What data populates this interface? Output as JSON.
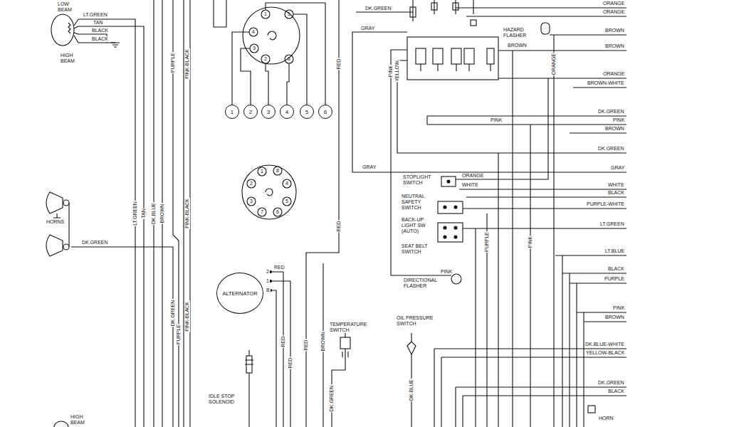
{
  "diagram": {
    "nodes": [
      {
        "text": [
          "1"
        ]
      },
      {
        "text": [
          "2"
        ]
      },
      {
        "text": [
          "3"
        ]
      },
      {
        "text": [
          "4"
        ]
      },
      {
        "text": [
          "5"
        ]
      },
      {
        "text": [
          "6"
        ]
      },
      {
        "text": [
          "ALTERNATOR"
        ]
      }
    ],
    "labels": [
      "LOW BEAM",
      "LT.GREEN",
      "TAN",
      "BLACK",
      "BLACK",
      "HIGH BEAM",
      "HORNS",
      "DK.GREEN",
      "LT.GREEN",
      "TAN",
      "DK.BLUE",
      "BROWN",
      "PURPLE",
      "PINK-BLACK",
      "PINK-BLACK",
      "DK.GREEN",
      "PURPLE",
      "PINK-BLACK",
      "RED",
      "RED",
      "2",
      "1",
      "B",
      "RED",
      "RED",
      "RED",
      "RED",
      "IDLE STOP SOLENOID",
      "TEMPERATURE SWITCH",
      "BROWN",
      "DK.GREEN",
      "OIL PRESSURE SWITCH",
      "DK.BLUE",
      "DK.GREEN",
      "GRAY",
      "HAZARD FLASHER",
      "PINK",
      "YELLOW",
      "BROWN",
      "ORANGE",
      "PINK",
      "GRAY",
      "STOPLIGHT SWITCH",
      "ORANGE",
      "WHITE",
      "NEUTRAL SAFETY SWITCH",
      "BACK-UP LIGHT SW (AUTO)",
      "SEAT BELT SWITCH",
      "PINK",
      "DIRECTIONAL FLASHER",
      "PURPLE",
      "PINK",
      "ORANGE",
      "ORANGE",
      "BROWN",
      "BROWN",
      "ORANGE",
      "BROWN-WHITE",
      "DK.GREEN",
      "PINK",
      "BROWN",
      "DK.GREEN",
      "GRAY",
      "WHITE",
      "BLACK",
      "PURPLE-WHITE",
      "LT.GREEN",
      "LT.BLUE",
      "BLACK",
      "PURPLE",
      "PINK",
      "BROWN",
      "DK.BLUE-WHITE",
      "YELLOW-BLACK",
      "DK.GREEN",
      "BLACK",
      "HORN",
      "HIGH BEAM",
      "1",
      "5",
      "4",
      "3",
      "2",
      "6",
      "1",
      "8",
      "2",
      "4",
      "3",
      "5",
      "7",
      "6"
    ]
  }
}
